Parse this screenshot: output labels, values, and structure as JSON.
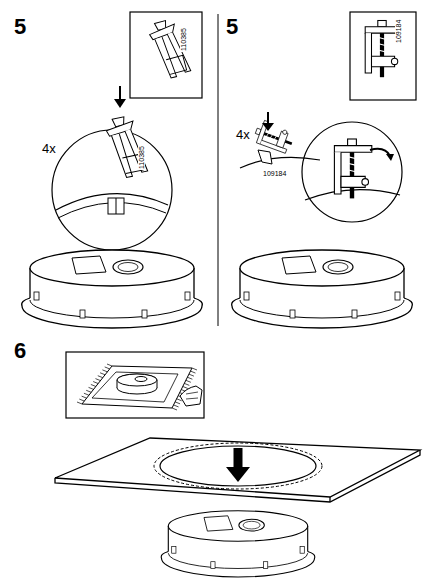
{
  "diagram": {
    "labels": [
      "5",
      "110385",
      "4x",
      "110385",
      "5",
      "109184",
      "4x",
      "109184",
      "6"
    ]
  }
}
